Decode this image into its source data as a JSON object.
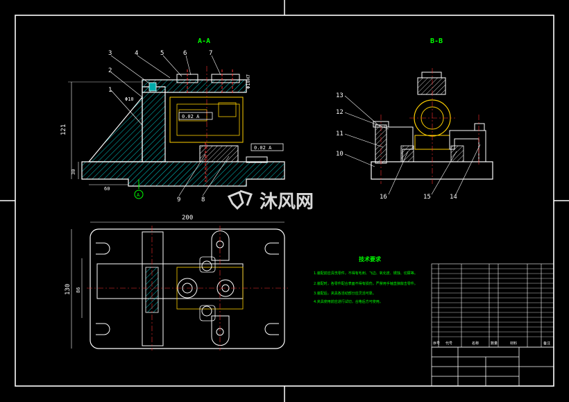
{
  "view_titles": {
    "section_a": "A-A",
    "section_b": "B-B"
  },
  "part_numbers": {
    "left_top": [
      "3",
      "4",
      "5",
      "6",
      "7"
    ],
    "left_side": [
      "2",
      "1"
    ],
    "left_bottom": [
      "9",
      "8"
    ],
    "right_side": [
      "13",
      "12",
      "11",
      "10"
    ],
    "right_bottom": [
      "16",
      "15",
      "14"
    ]
  },
  "dimensions": {
    "overall_width": "200",
    "height_left": "121",
    "base_thickness": "30",
    "base_offset": "60",
    "plan_height": "130",
    "plan_inner": "86",
    "hole_dia": "Φ10",
    "hole_dia_small": "Φ10H7"
  },
  "tolerance_frames": {
    "upper": "0.02 A",
    "lower": "0.02 A",
    "datum": "A"
  },
  "watermark": {
    "text": "沐风网"
  },
  "tech_requirements": {
    "title": "技术要求",
    "lines": [
      "1.装配前应清洗零件，不得有毛刺、飞边、氧化皮、锈蚀、切屑等。",
      "2.装配时，各零件配合表面不得有损伤，严禁用手锤直接敲击零件。",
      "3.装配后，夹具各活动部分应灵活可靠。",
      "4.夹具使用前应进行试切，合格后方可使用。"
    ]
  },
  "bom": {
    "headers": [
      "序号",
      "代号",
      "名称",
      "数量",
      "材料",
      "备注"
    ]
  }
}
